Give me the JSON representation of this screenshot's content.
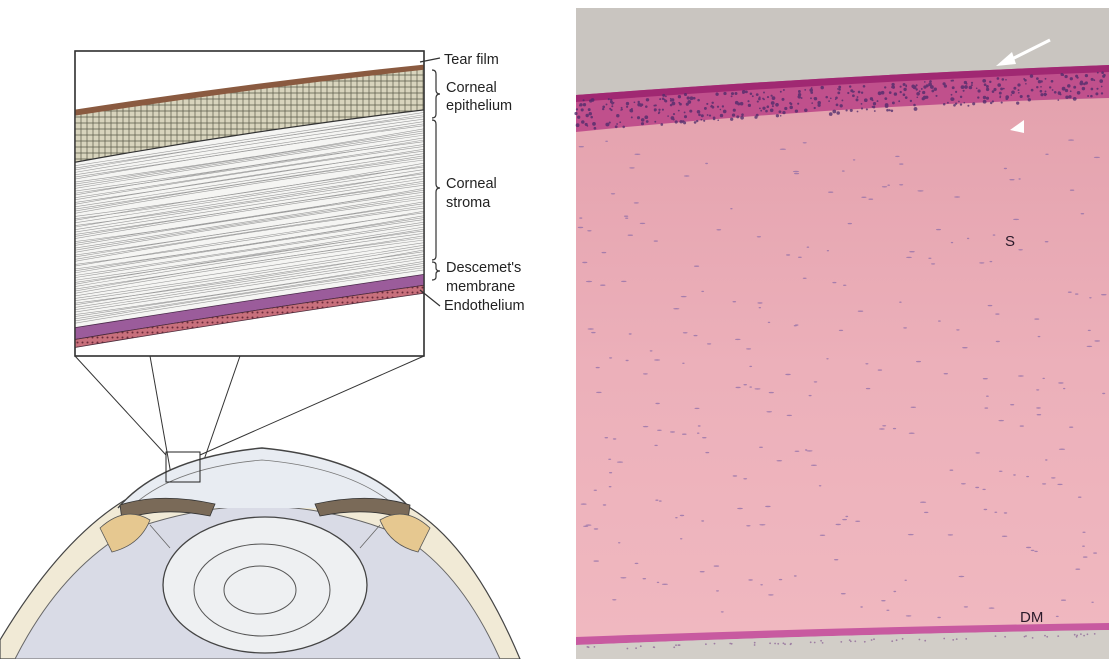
{
  "diagram": {
    "labels": {
      "tear_film": "Tear film",
      "corneal_epithelium_1": "Corneal",
      "corneal_epithelium_2": "epithelium",
      "corneal_stroma_1": "Corneal",
      "corneal_stroma_2": "stroma",
      "descemets_1": "Descemet's",
      "descemets_2": "membrane",
      "endothelium": "Endothelium"
    },
    "colors": {
      "tear_film": "#8a5a40",
      "epithelium": "#cfcbb6",
      "stroma": "#f4f4f2",
      "descemets": "#9b5c9b",
      "endothelium": "#b06070",
      "sclera": "#f1ead6",
      "lens": "#dcdde5"
    }
  },
  "micrograph": {
    "labels": {
      "stroma": "S",
      "descemets": "DM"
    },
    "markers": [
      "arrow-icon",
      "arrowhead-icon"
    ],
    "colors": {
      "background": "#c9c5c0",
      "epithelium": "#b0387e",
      "stroma": "#ecaab5",
      "descemets": "#c85aa0"
    }
  }
}
